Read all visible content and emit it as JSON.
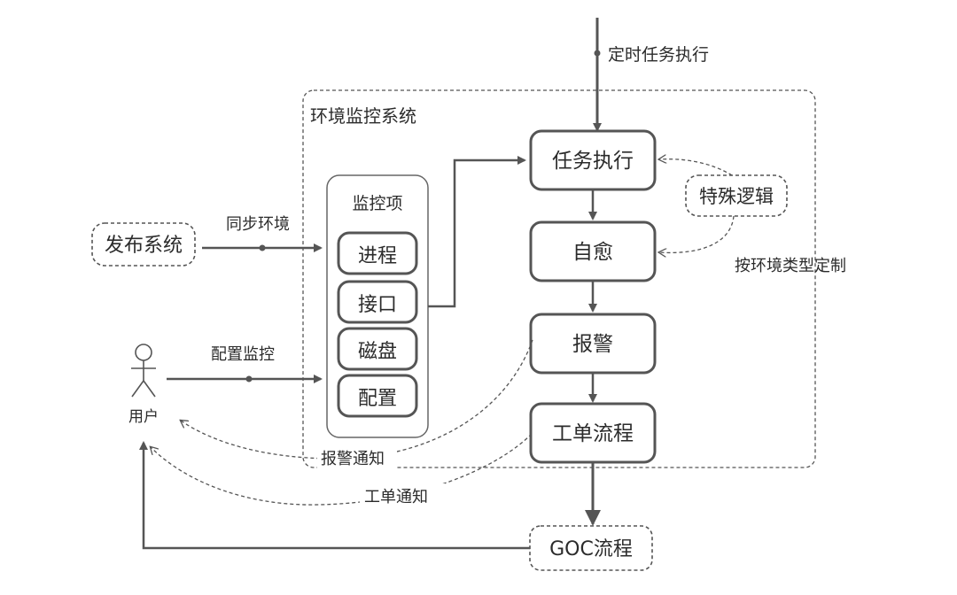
{
  "diagram": {
    "system_title": "环境监控系统",
    "monitor_group_title": "监控项",
    "monitor_items": [
      "进程",
      "接口",
      "磁盘",
      "配置"
    ],
    "nodes": {
      "task": "任务执行",
      "heal": "自愈",
      "alarm": "报警",
      "ticket": "工单流程",
      "goc": "GOC流程",
      "special": "特殊逻辑",
      "release": "发布系统",
      "user": "用户"
    },
    "labels": {
      "scheduled": "定时任务执行",
      "sync_env": "同步环境",
      "config_monitor": "配置监控",
      "custom_by_env": "按环境类型定制",
      "alarm_notify": "报警通知",
      "ticket_notify": "工单通知"
    }
  }
}
